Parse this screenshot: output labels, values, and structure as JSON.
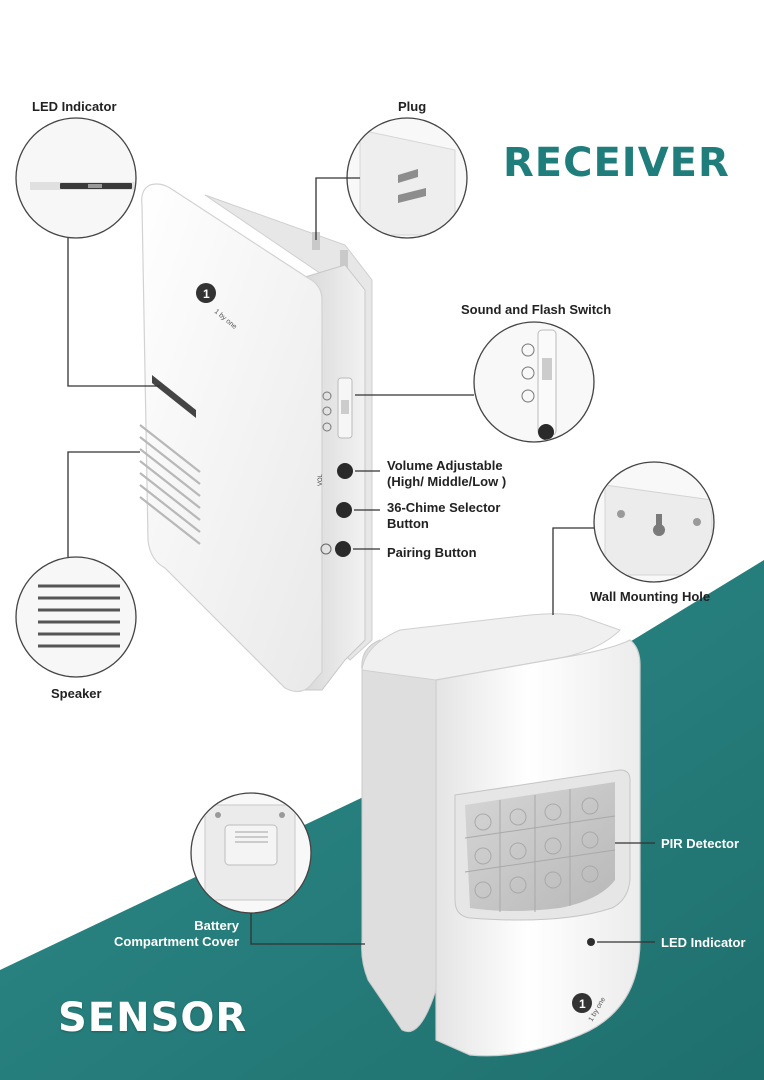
{
  "titles": {
    "receiver": "RECEIVER",
    "sensor": "SENSOR"
  },
  "callouts": {
    "led_indicator_top": "LED Indicator",
    "plug": "Plug",
    "sound_flash_switch": "Sound and Flash Switch",
    "volume_line1": "Volume Adjustable",
    "volume_line2": "(High/ Middle/Low )",
    "chime_line1": "36-Chime Selector",
    "chime_line2": "Button",
    "pairing": "Pairing Button",
    "wall_mounting_hole": "Wall Mounting Hole",
    "speaker": "Speaker",
    "pir_detector": "PIR Detector",
    "battery_line1": "Battery",
    "battery_line2": "Compartment Cover",
    "led_indicator_sensor": "LED Indicator"
  },
  "logo": {
    "receiver_logo": "1 by one",
    "sensor_logo": "1 by one"
  },
  "colors": {
    "teal": "#2a8583",
    "teal_title": "#1f7e7c",
    "device_white": "#f4f4f4"
  }
}
